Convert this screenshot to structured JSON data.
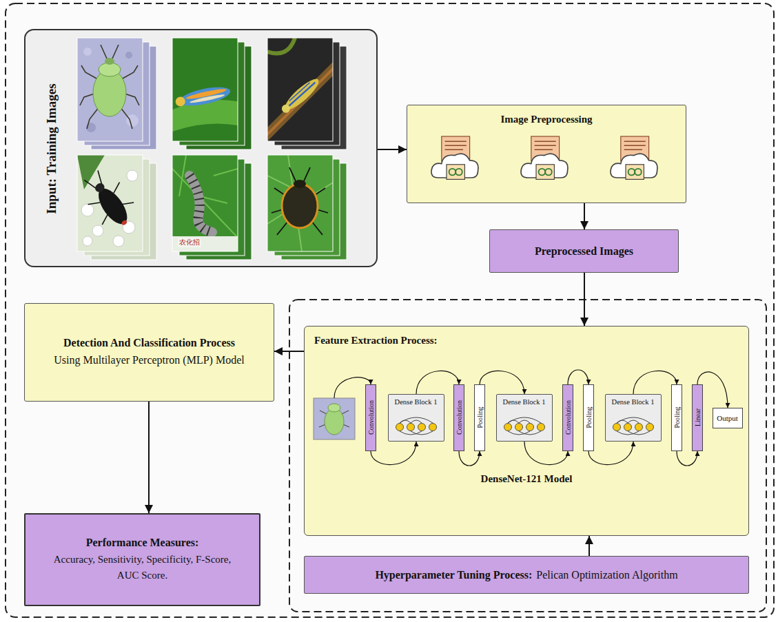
{
  "diagram": {
    "nodes": [
      {
        "text": [
          "Input: Training Images"
        ]
      },
      {
        "text": [
          "Image Preprocessing"
        ]
      },
      {
        "text": [
          "Preprocessed Images"
        ]
      },
      {
        "text": [
          "Feature Extraction Process:",
          "DenseNet-121 Model"
        ]
      },
      {
        "text": [
          "Convolution"
        ],
        "in": 3
      },
      {
        "text": [
          "Dense Block 1"
        ],
        "in": 3
      },
      {
        "text": [
          "Convolution"
        ],
        "in": 3
      },
      {
        "text": [
          "Pooling"
        ],
        "in": 3
      },
      {
        "text": [
          "Dense Block 1"
        ],
        "in": 3
      },
      {
        "text": [
          "Convolution"
        ],
        "in": 3
      },
      {
        "text": [
          "Pooling"
        ],
        "in": 3
      },
      {
        "text": [
          "Dense Block 1"
        ],
        "in": 3
      },
      {
        "text": [
          "Pooling"
        ],
        "in": 3
      },
      {
        "text": [
          "Linear"
        ],
        "in": 3
      },
      {
        "text": [
          "Output"
        ],
        "in": 3
      },
      {
        "text": [
          "Hyperparameter Tuning Process:",
          "Pelican Optimization Algorithm"
        ]
      },
      {
        "text": [
          "Detection And Classification Process",
          "Using Multilayer Perceptron (MLP) Model"
        ]
      },
      {
        "text": [
          "Performance Measures:",
          "Accuracy, Sensitivity, Specificity, F-Score, AUC Score."
        ]
      }
    ],
    "edges": [
      {
        "from": 0,
        "to": 1,
        "arrow": "to"
      },
      {
        "from": 1,
        "to": 2,
        "arrow": "to"
      },
      {
        "from": 2,
        "to": 3,
        "arrow": "to"
      },
      {
        "from": 15,
        "to": 3,
        "arrow": "to"
      },
      {
        "from": 3,
        "to": 16,
        "arrow": "to"
      },
      {
        "from": 16,
        "to": 17,
        "arrow": "to"
      },
      {
        "from": 4,
        "to": 5,
        "arrow": "to"
      },
      {
        "from": 5,
        "to": 6,
        "arrow": "to"
      },
      {
        "from": 6,
        "to": 7,
        "arrow": "to"
      },
      {
        "from": 7,
        "to": 8,
        "arrow": "to"
      },
      {
        "from": 8,
        "to": 9,
        "arrow": "to"
      },
      {
        "from": 9,
        "to": 10,
        "arrow": "to"
      },
      {
        "from": 10,
        "to": 11,
        "arrow": "to"
      },
      {
        "from": 11,
        "to": 12,
        "arrow": "to"
      },
      {
        "from": 12,
        "to": 13,
        "arrow": "to"
      },
      {
        "from": 13,
        "to": 14,
        "arrow": "to"
      }
    ],
    "labels": [
      "农化招"
    ]
  }
}
